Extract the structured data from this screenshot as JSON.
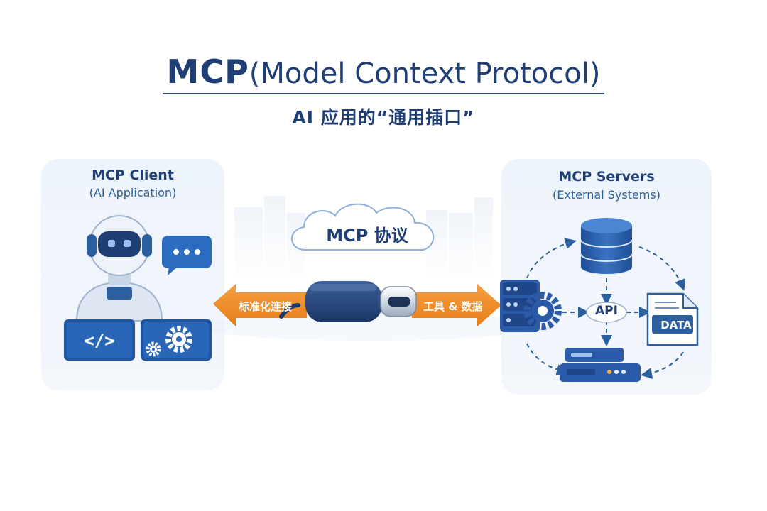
{
  "title": {
    "strong": "MCP",
    "rest": "(Model Context Protocol)"
  },
  "subtitle": "AI 应用的“通用插口”",
  "client_panel": {
    "title": "MCP Client",
    "subtitle": "(AI Application)"
  },
  "servers_panel": {
    "title": "MCP Servers",
    "subtitle": "(External Systems)"
  },
  "cloud_label": "MCP 协议",
  "arrow_left_label": "标准化连接",
  "arrow_right_label": "工具 & 数据",
  "api_label": "API",
  "data_label": "DATA",
  "colors": {
    "navy": "#1f3f74",
    "accent_blue": "#2b5f9e",
    "orange": "#f08a24",
    "panel_bg": "#eef4fb"
  },
  "icons": [
    "robot-icon",
    "chat-bubble-icon",
    "code-icon",
    "gear-icon",
    "usb-c-cable-icon",
    "cloud-icon",
    "database-icon",
    "server-rack-icon",
    "document-icon",
    "server-unit-icon"
  ]
}
